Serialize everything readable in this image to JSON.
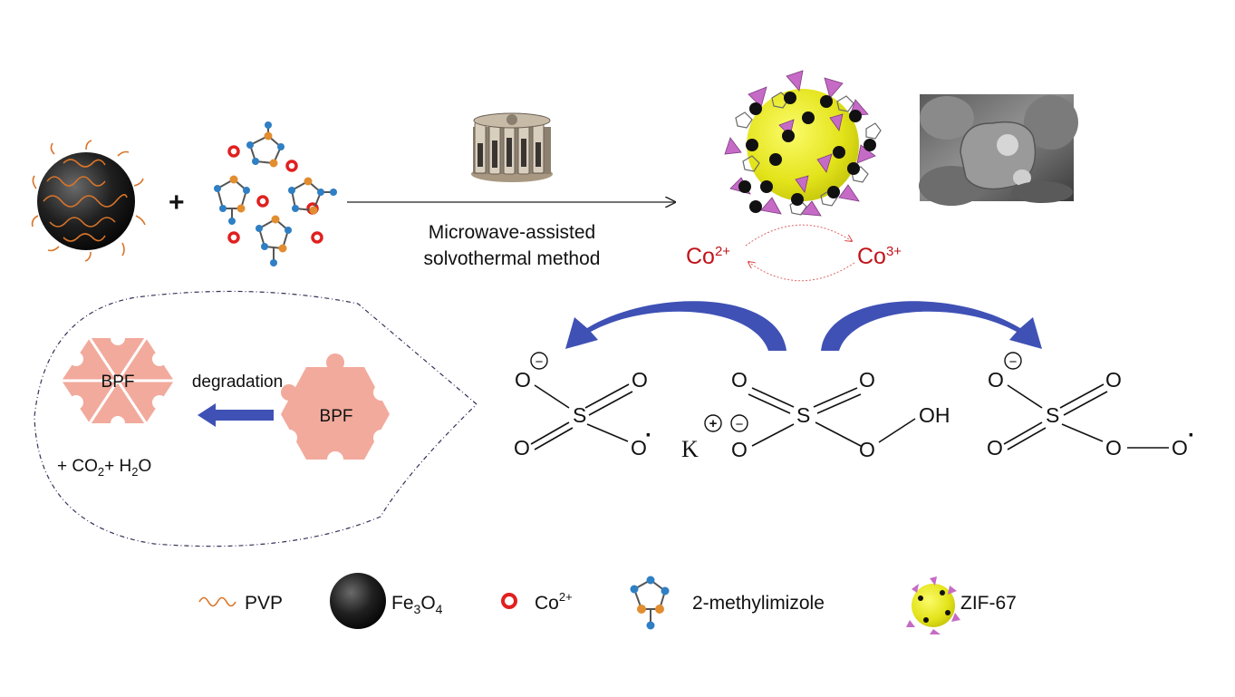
{
  "synthesis": {
    "plus": "+",
    "method_line1": "Microwave-assisted",
    "method_line2": "solvothermal method"
  },
  "redox": {
    "left_base": "Co",
    "left_sup": "2+",
    "right_base": "Co",
    "right_sup": "3+"
  },
  "degradation": {
    "pollutant_left": "BPF",
    "pollutant_right": "BPF",
    "label": "degradation",
    "products": {
      "p1": "+ CO",
      "p1_sub": "2",
      "p2": "+ H",
      "p2_sub": "2",
      "p3": "O"
    }
  },
  "chemistry": {
    "s_radical": {
      "s": "S",
      "o1": "O",
      "o2": "O",
      "o3": "O",
      "o4": "O",
      "minus": "−",
      "radical": "·"
    },
    "pms": {
      "s": "S",
      "o1": "O",
      "o2": "O",
      "o3": "O",
      "o4": "O",
      "oh": "OH",
      "minus": "−",
      "k": "K",
      "plus": "+"
    },
    "so5_radical": {
      "s": "S",
      "o1": "O",
      "o2": "O",
      "o3": "O",
      "o4": "O",
      "o5": "O",
      "minus": "−",
      "radical": "·"
    }
  },
  "legend": {
    "pvp": "PVP",
    "fe_base": "Fe",
    "fe_sub1": "3",
    "fe_mid": "O",
    "fe_sub2": "4",
    "co_base": "Co",
    "co_sup": "2+",
    "ligand": "2-methylimizole",
    "zif": "ZIF-67"
  },
  "colors": {
    "redox_text": "#c0141a",
    "arrow_blue": "#3f51b5",
    "bpf_pink": "#f2aa9c",
    "zif_yellow": "#e8e817",
    "zif_pink": "#c56bc6",
    "co_red": "#e0201f",
    "pvp_orange": "#d9752a",
    "ligand_blue": "#2f7fc4",
    "ligand_orange": "#e28d2f"
  }
}
